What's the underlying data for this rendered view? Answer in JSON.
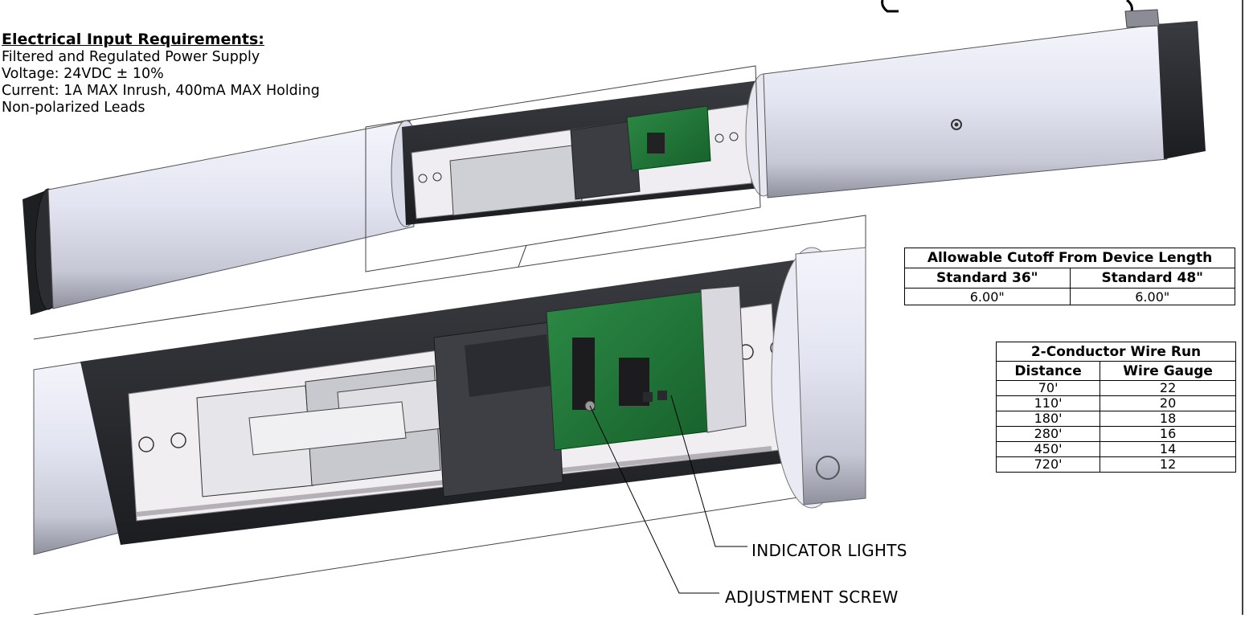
{
  "requirements": {
    "title": "Electrical Input Requirements:",
    "lines": [
      "Filtered and Regulated Power Supply",
      "Voltage: 24VDC ± 10%",
      "Current:  1A MAX Inrush, 400mA MAX Holding",
      "Non-polarized Leads"
    ]
  },
  "cutoff_table": {
    "title": "Allowable Cutoff From Device Length",
    "headers": [
      "Standard 36\"",
      "Standard 48\""
    ],
    "values": [
      "6.00\"",
      "6.00\""
    ]
  },
  "wire_table": {
    "title": "2-Conductor Wire Run",
    "headers": [
      "Distance",
      "Wire Gauge"
    ],
    "rows": [
      [
        "70'",
        "22"
      ],
      [
        "110'",
        "20"
      ],
      [
        "180'",
        "18"
      ],
      [
        "280'",
        "16"
      ],
      [
        "450'",
        "14"
      ],
      [
        "720'",
        "12"
      ]
    ]
  },
  "callouts": {
    "indicator_lights": "INDICATOR LIGHTS",
    "adjustment_screw": "ADJUSTMENT SCREW"
  },
  "colors": {
    "bar_silver": "#e4e6f2",
    "bar_dark": "#2a2b30",
    "pcb_green": "#1f7a3a",
    "plate": "#f2eff2"
  }
}
